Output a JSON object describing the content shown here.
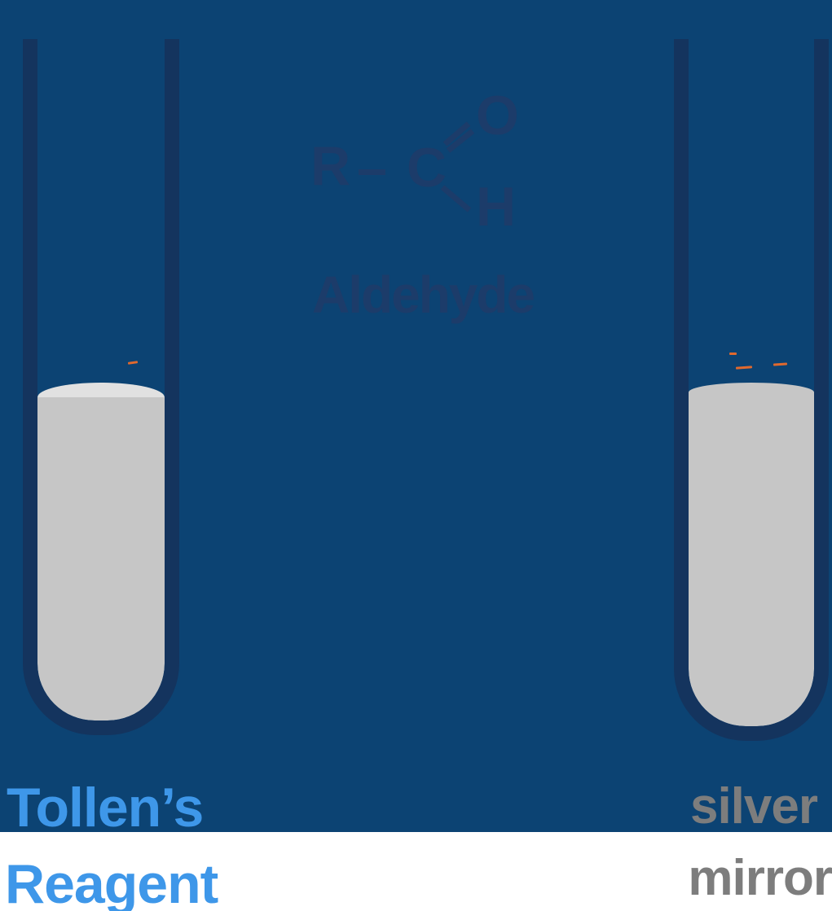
{
  "molecule": {
    "r_group": "R",
    "carbon": "C",
    "oxygen": "O",
    "hydrogen": "H",
    "caption": "Aldehyde"
  },
  "labels": {
    "left_tube": {
      "line1": "Tollen’s",
      "line2": "Reagent"
    },
    "right_tube": {
      "line1": "silver",
      "line2": "mirror"
    }
  },
  "colors": {
    "background": "#0C4373",
    "tube_wall": "#14345E",
    "structure": "#1C3C6A",
    "liquid": "#C6C6C6",
    "liquid_surface": "#E1E1E1",
    "speck": "#E0692E",
    "label_blue": "#3E97E9",
    "label_gray": "#7D7D7D",
    "footer_bg": "#FFFFFF"
  }
}
